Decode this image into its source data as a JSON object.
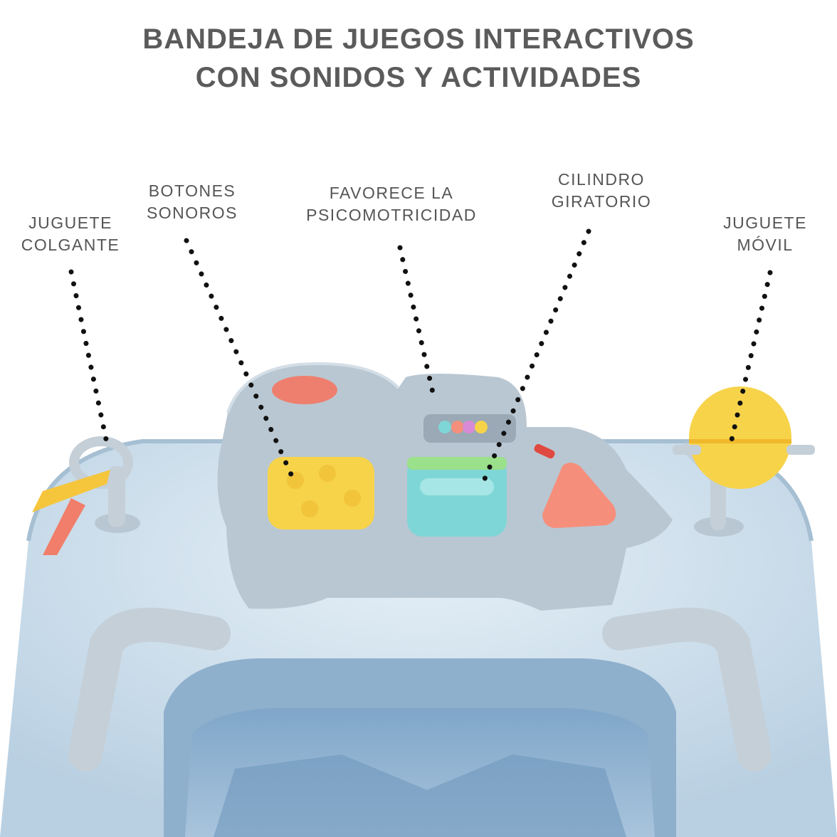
{
  "title": {
    "line1": "BANDEJA DE JUEGOS INTERACTIVOS",
    "line2": "CON SONIDOS Y ACTIVIDADES"
  },
  "callouts": {
    "hanging_toy": {
      "line1": "JUGUETE",
      "line2": "COLGANTE"
    },
    "sound_buttons": {
      "line1": "BOTONES",
      "line2": "SONOROS"
    },
    "psychomotor": {
      "line1": "FAVORECE LA",
      "line2": "PSICOMOTRICIDAD"
    },
    "rotating_cylinder": {
      "line1": "CILINDRO",
      "line2": "GIRATORIO"
    },
    "mobile_toy": {
      "line1": "JUGUETE",
      "line2": "MÓVIL"
    }
  },
  "colors": {
    "title_text": "#5b5b5b",
    "label_text": "#555555",
    "tray_blue": "#c9dbe8",
    "panel_grey": "#b9c7d2",
    "button_yellow": "#f7d34a",
    "button_teal": "#7fd6d6",
    "button_salmon": "#f58f7c",
    "dots": "#111111"
  }
}
